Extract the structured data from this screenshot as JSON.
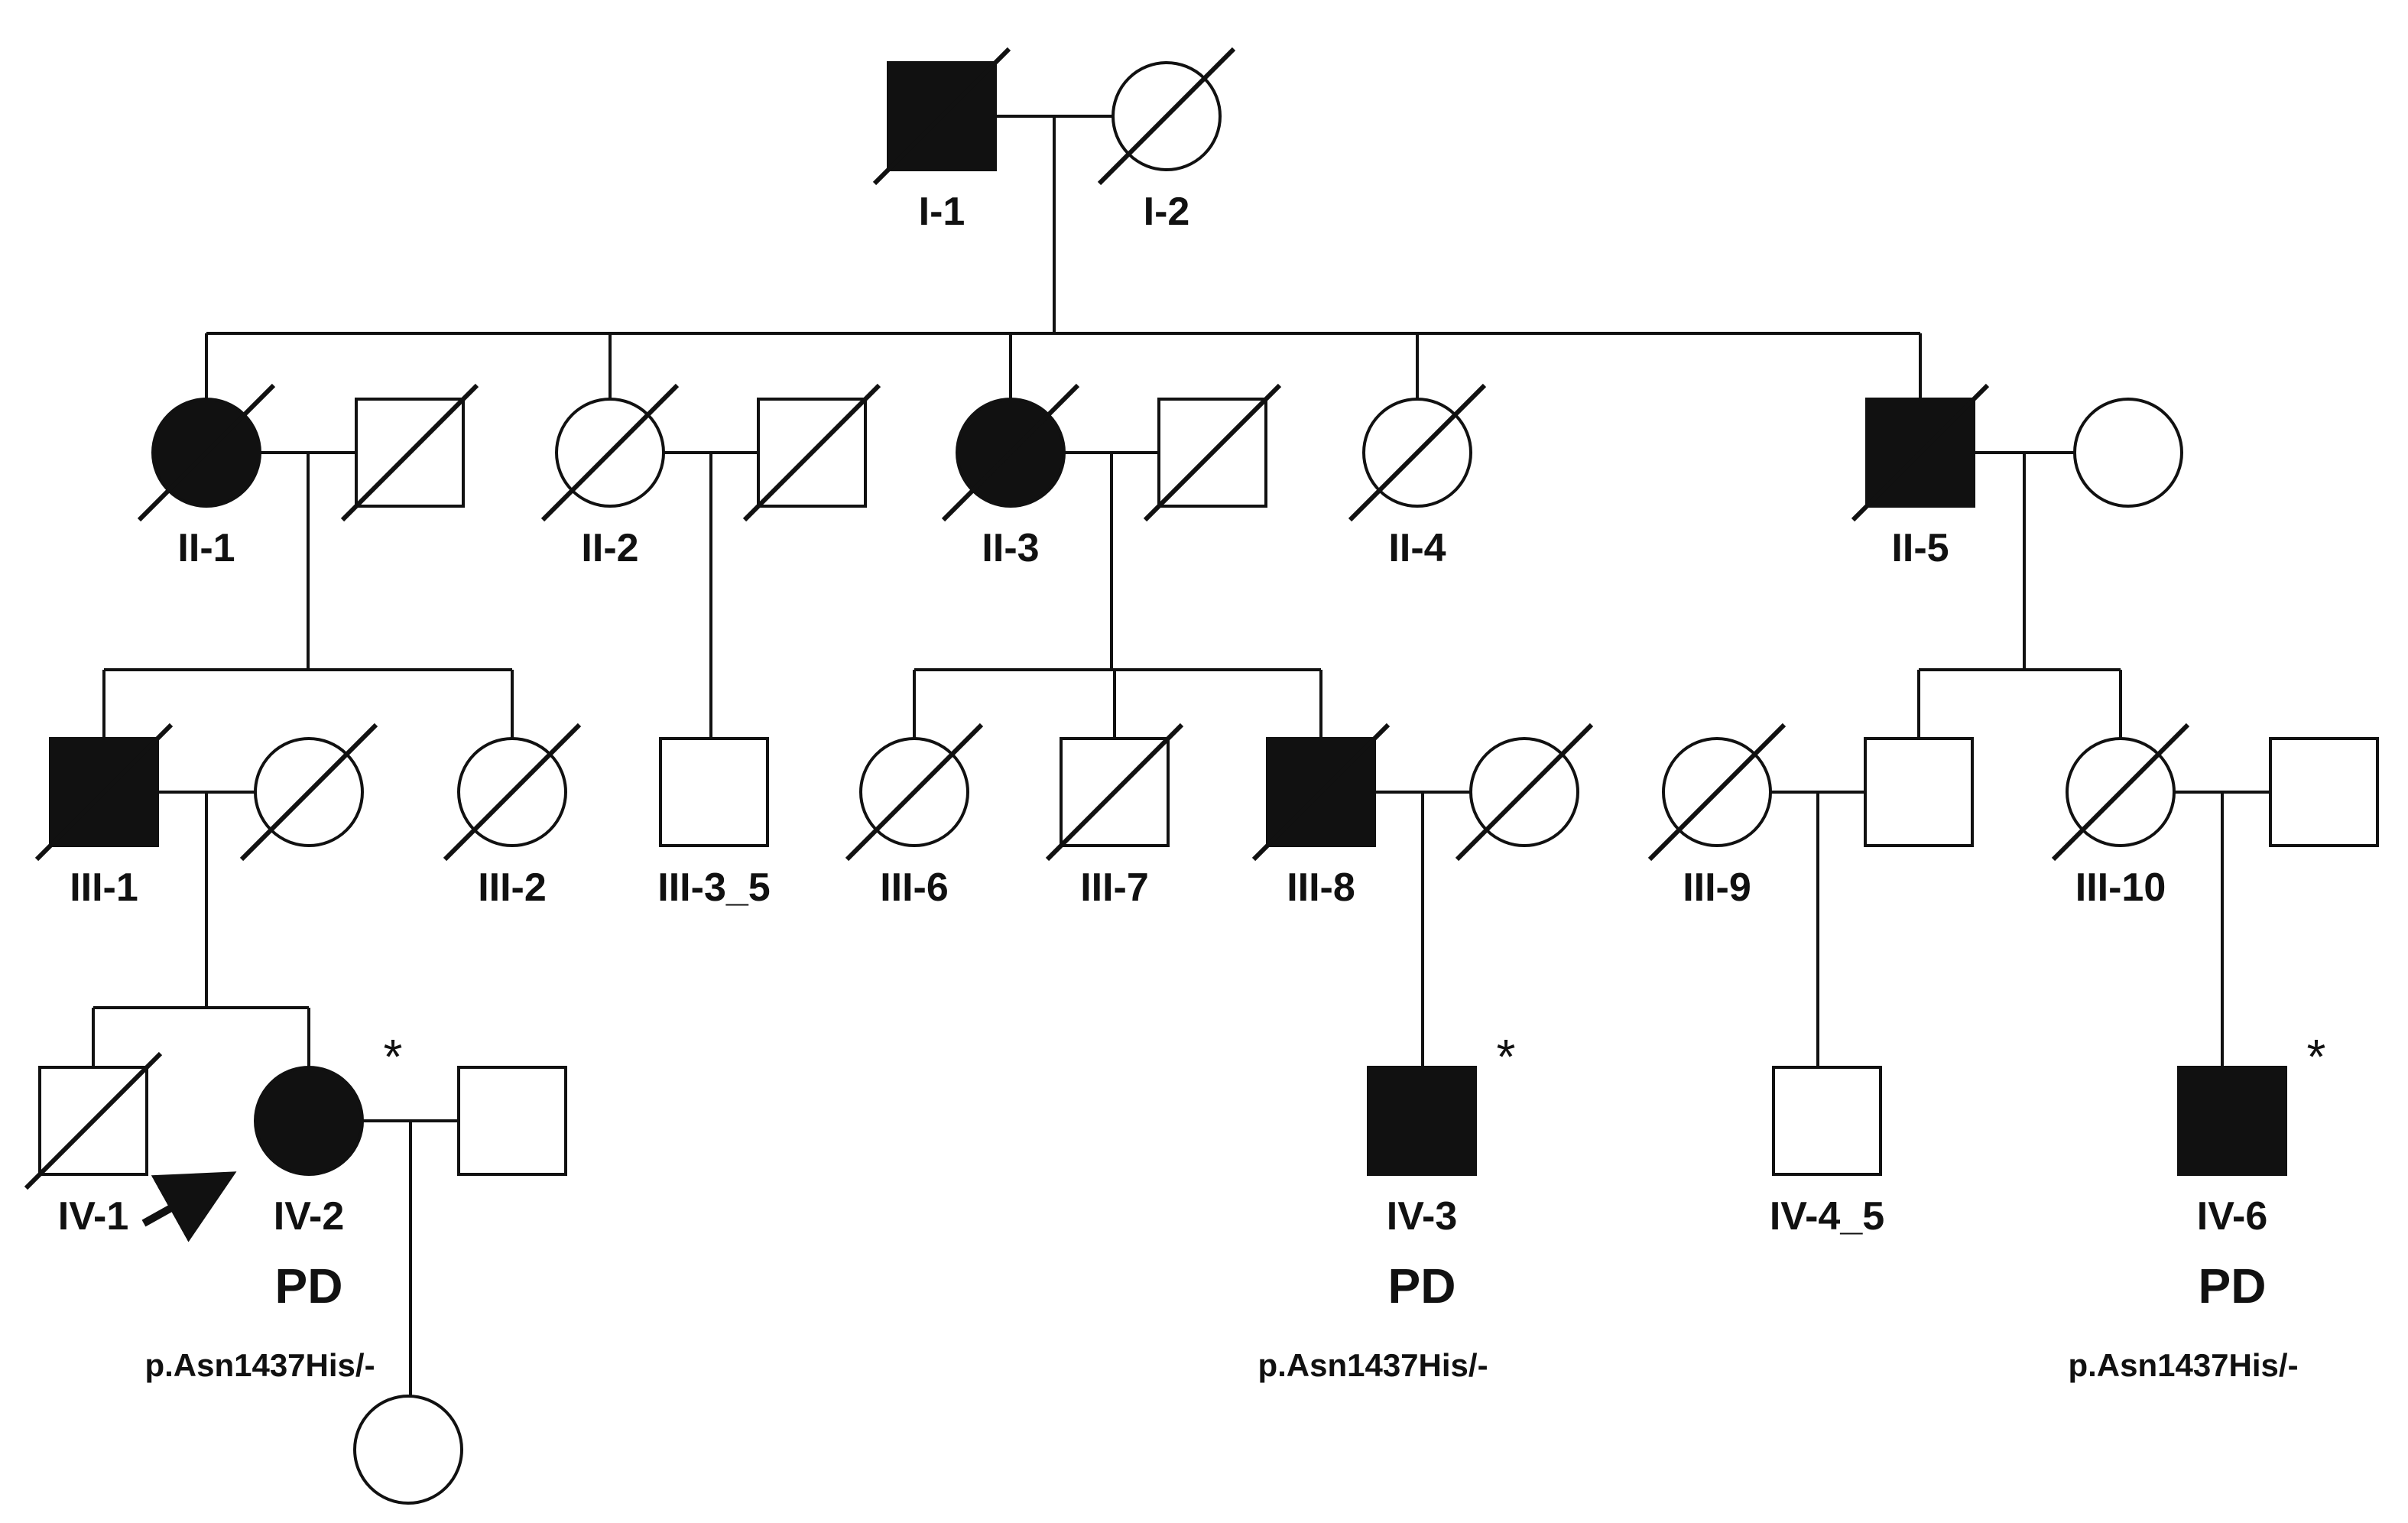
{
  "diagram": {
    "individuals": [
      {
        "id": "I-1",
        "label": "I-1",
        "sex": "male",
        "affected": true,
        "deceased": true
      },
      {
        "id": "I-2",
        "label": "I-2",
        "sex": "female",
        "affected": false,
        "deceased": true
      },
      {
        "id": "II-1",
        "label": "II-1",
        "sex": "female",
        "affected": true,
        "deceased": true
      },
      {
        "id": "II-1sp",
        "label": "",
        "sex": "male",
        "affected": false,
        "deceased": true
      },
      {
        "id": "II-2",
        "label": "II-2",
        "sex": "female",
        "affected": false,
        "deceased": true
      },
      {
        "id": "II-2sp",
        "label": "",
        "sex": "male",
        "affected": false,
        "deceased": true
      },
      {
        "id": "II-3",
        "label": "II-3",
        "sex": "female",
        "affected": true,
        "deceased": true
      },
      {
        "id": "II-3sp",
        "label": "",
        "sex": "male",
        "affected": false,
        "deceased": true
      },
      {
        "id": "II-4",
        "label": "II-4",
        "sex": "female",
        "affected": false,
        "deceased": true
      },
      {
        "id": "II-5",
        "label": "II-5",
        "sex": "male",
        "affected": true,
        "deceased": true
      },
      {
        "id": "II-5sp",
        "label": "",
        "sex": "female",
        "affected": false,
        "deceased": false
      },
      {
        "id": "III-1",
        "label": "III-1",
        "sex": "male",
        "affected": true,
        "deceased": true
      },
      {
        "id": "III-1sp",
        "label": "",
        "sex": "female",
        "affected": false,
        "deceased": true
      },
      {
        "id": "III-2",
        "label": "III-2",
        "sex": "female",
        "affected": false,
        "deceased": true
      },
      {
        "id": "III-3_5",
        "label": "III-3_5",
        "sex": "male",
        "affected": false,
        "deceased": false
      },
      {
        "id": "III-6",
        "label": "III-6",
        "sex": "female",
        "affected": false,
        "deceased": true
      },
      {
        "id": "III-7",
        "label": "III-7",
        "sex": "male",
        "affected": false,
        "deceased": true
      },
      {
        "id": "III-8",
        "label": "III-8",
        "sex": "male",
        "affected": true,
        "deceased": true
      },
      {
        "id": "III-8sp",
        "label": "",
        "sex": "female",
        "affected": false,
        "deceased": true
      },
      {
        "id": "III-9",
        "label": "III-9",
        "sex": "female",
        "affected": false,
        "deceased": true
      },
      {
        "id": "III-9sp",
        "label": "",
        "sex": "male",
        "affected": false,
        "deceased": false
      },
      {
        "id": "III-10",
        "label": "III-10",
        "sex": "female",
        "affected": false,
        "deceased": true
      },
      {
        "id": "III-10sp",
        "label": "",
        "sex": "male",
        "affected": false,
        "deceased": false
      },
      {
        "id": "IV-1",
        "label": "IV-1",
        "sex": "male",
        "affected": false,
        "deceased": true
      },
      {
        "id": "IV-2",
        "label": "IV-2",
        "sex": "female",
        "affected": true,
        "deceased": false,
        "proband": true,
        "starred": true,
        "phenotype": "PD",
        "variant": "p.Asn1437His/-"
      },
      {
        "id": "IV-2sp",
        "label": "",
        "sex": "male",
        "affected": false,
        "deceased": false
      },
      {
        "id": "IV-3",
        "label": "IV-3",
        "sex": "male",
        "affected": true,
        "deceased": false,
        "starred": true,
        "phenotype": "PD",
        "variant": "p.Asn1437His/-"
      },
      {
        "id": "IV-4_5",
        "label": "IV-4_5",
        "sex": "male",
        "affected": false,
        "deceased": false
      },
      {
        "id": "IV-6",
        "label": "IV-6",
        "sex": "male",
        "affected": true,
        "deceased": false,
        "starred": true,
        "phenotype": "PD",
        "variant": "p.Asn1437His/-"
      },
      {
        "id": "V-1",
        "label": "",
        "sex": "female",
        "affected": false,
        "deceased": false
      }
    ],
    "colors": {
      "ink": "#111111",
      "unaffected": "#ffffff",
      "background": "#ffffff"
    },
    "proband_marker": "arrow-icon",
    "star_symbol": "*"
  }
}
